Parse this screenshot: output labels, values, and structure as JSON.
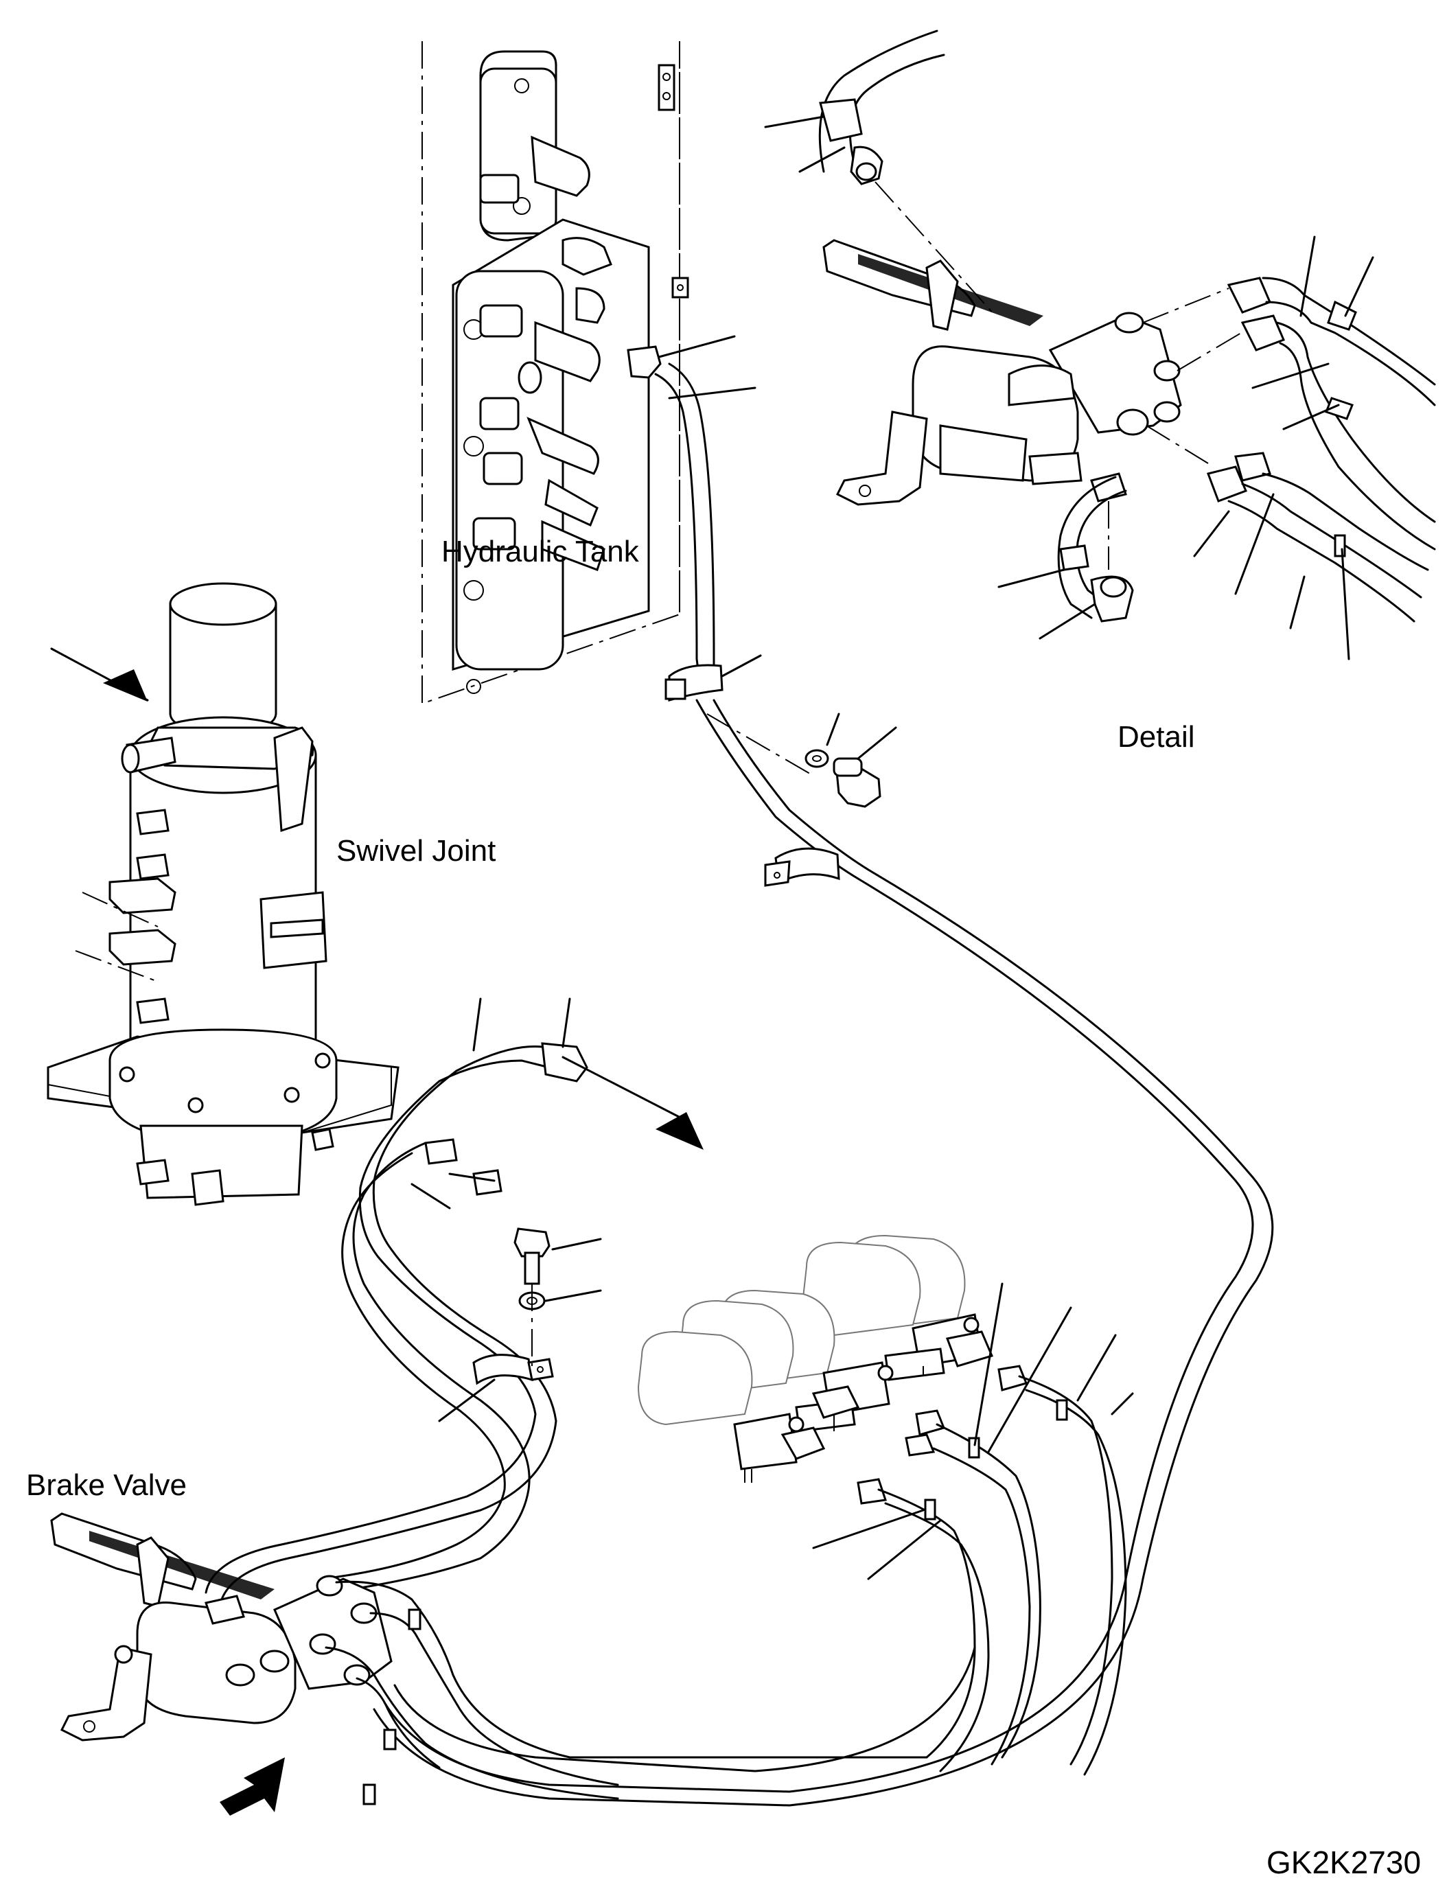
{
  "labels": {
    "hydraulic_tank": "Hydraulic Tank",
    "swivel_joint": "Swivel Joint",
    "detail": "Detail",
    "brake_valve": "Brake Valve",
    "drawing_code": "GK2K2730"
  },
  "colors": {
    "line": "#000000",
    "background": "#ffffff"
  }
}
